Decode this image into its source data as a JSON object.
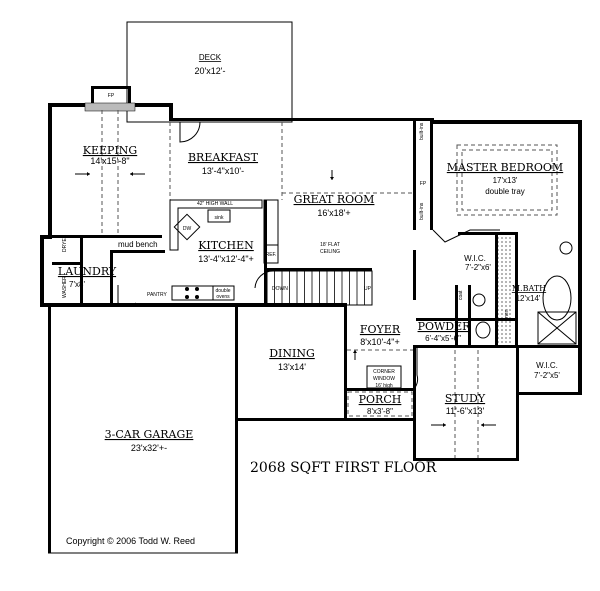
{
  "title": "2068 SQFT FIRST FLOOR",
  "copyright": "Copyright © 2006 Todd W. Reed",
  "rooms": {
    "deck": {
      "name": "DECK",
      "dim": "20'x12'-"
    },
    "keeping": {
      "name": "KEEPING",
      "dim": "14'x15'-8\""
    },
    "breakfast": {
      "name": "BREAKFAST",
      "dim": "13'-4\"x10'-"
    },
    "great_room": {
      "name": "GREAT ROOM",
      "dim": "16'x18'+",
      "note1": "18' FLAT",
      "note2": "CEILING"
    },
    "master_bedroom": {
      "name": "MASTER BEDROOM",
      "dim": "17'x13'",
      "note": "double tray"
    },
    "kitchen": {
      "name": "KITCHEN",
      "dim": "13'-4\"x12'-4\"+"
    },
    "laundry": {
      "name": "LAUNDRY",
      "dim": "7'x8'"
    },
    "wic1": {
      "name": "W.I.C.",
      "dim": "7'-2\"x6'"
    },
    "mbath": {
      "name": "M.BATH",
      "dim": "12'x14'"
    },
    "wic2": {
      "name": "W.I.C.",
      "dim": "7'-2\"x5'"
    },
    "foyer": {
      "name": "FOYER",
      "dim": "8'x10'-4\"+"
    },
    "powder": {
      "name": "POWDER",
      "dim": "6'-4\"x5'-6\""
    },
    "dining": {
      "name": "DINING",
      "dim": "13'x14'"
    },
    "porch": {
      "name": "PORCH",
      "dim": "8'x3'-8\""
    },
    "study": {
      "name": "STUDY",
      "dim": "11'-6\"x13'"
    },
    "garage": {
      "name": "3-CAR GARAGE",
      "dim": "23'x32'+-"
    }
  },
  "labels": {
    "mud_bench": "mud bench",
    "pantry": "PANTRY",
    "double_ovens_1": "double",
    "double_ovens_2": "ovens",
    "hi_wall": "42\" HIGH WALL",
    "sink": "sink",
    "dw": "DW",
    "ref": "REF.",
    "down": "DOWN",
    "up": "UP",
    "fp": "FP",
    "built_ins": "built-ins",
    "coat": "coat",
    "linen": "linen",
    "washer": "WASHER",
    "dryer": "DRYER",
    "corner_window_1": "CORNER",
    "corner_window_2": "WINDOW",
    "corner_window_3": "16' high"
  }
}
